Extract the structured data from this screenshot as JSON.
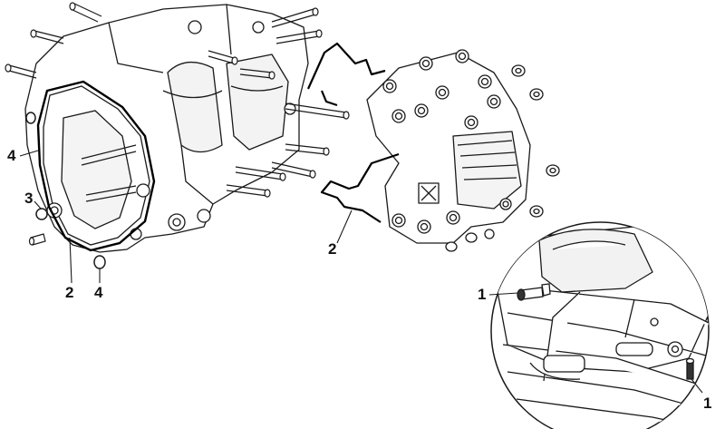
{
  "callouts": {
    "c1_top": "1",
    "c1_bottom": "1",
    "c2_left": "2",
    "c2_center": "2",
    "c3": "3",
    "c4_left": "4",
    "c4_bottom": "4"
  },
  "colors": {
    "line": "#1a1a1a",
    "gasket": "#000000",
    "fill": "#ffffff",
    "shade": "#ececec"
  }
}
